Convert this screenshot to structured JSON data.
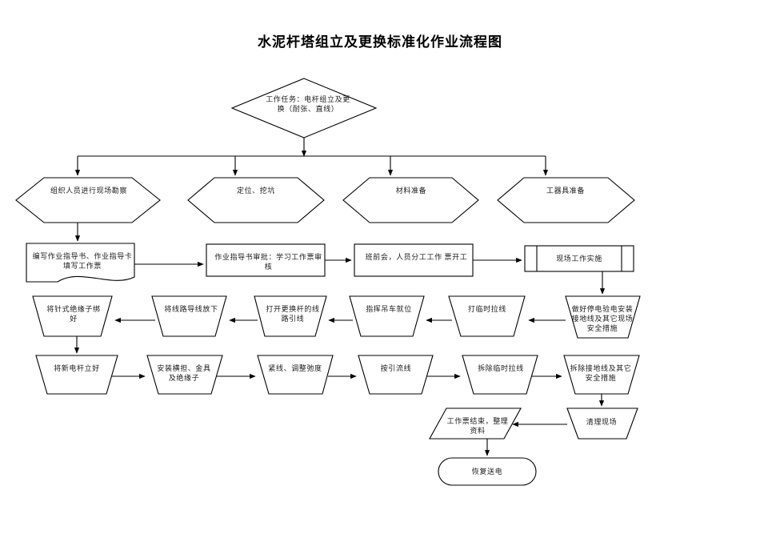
{
  "title": "水泥杆塔组立及更换标准化作业流程图",
  "nodes": {
    "start_diamond": "工作任务：电杆组立及更换（耐张、直线）",
    "prep_1": "组织人员进行现场勘察",
    "prep_2": "定位、挖坑",
    "prep_3": "材料准备",
    "prep_4": "工器具准备",
    "doc_1": "编写作业指导书、作业指导卡填写工作票",
    "box_1": "作业指导书审批：学习工作票审核",
    "box_2": "班前会，人员分工工作 票开工",
    "box_3": "现场工作实施",
    "safety_1": "做好停电验电安装接地线及其它现场安全措施",
    "step_temp_guy": "打临时拉线",
    "step_crane": "指挥吊车就位",
    "step_open_lead": "打开更换杆的线路引线",
    "step_lower_wire": "将线路导线放下",
    "step_tie_insulator": "将针式绝缘子绑好",
    "step_erect_pole": "将新电杆立好",
    "step_install_cross": "安装横担、金具及绝缘子",
    "step_tension": "紧线、调整弛度",
    "step_connect_lead": "按引流线",
    "step_remove_guy": "拆除临时拉线",
    "step_remove_ground": "拆除接地线及其它安全措施",
    "step_clean_site": "清理现场",
    "step_ticket_end": "工作票结束，整理资料",
    "end_terminator": "恢复送电"
  }
}
